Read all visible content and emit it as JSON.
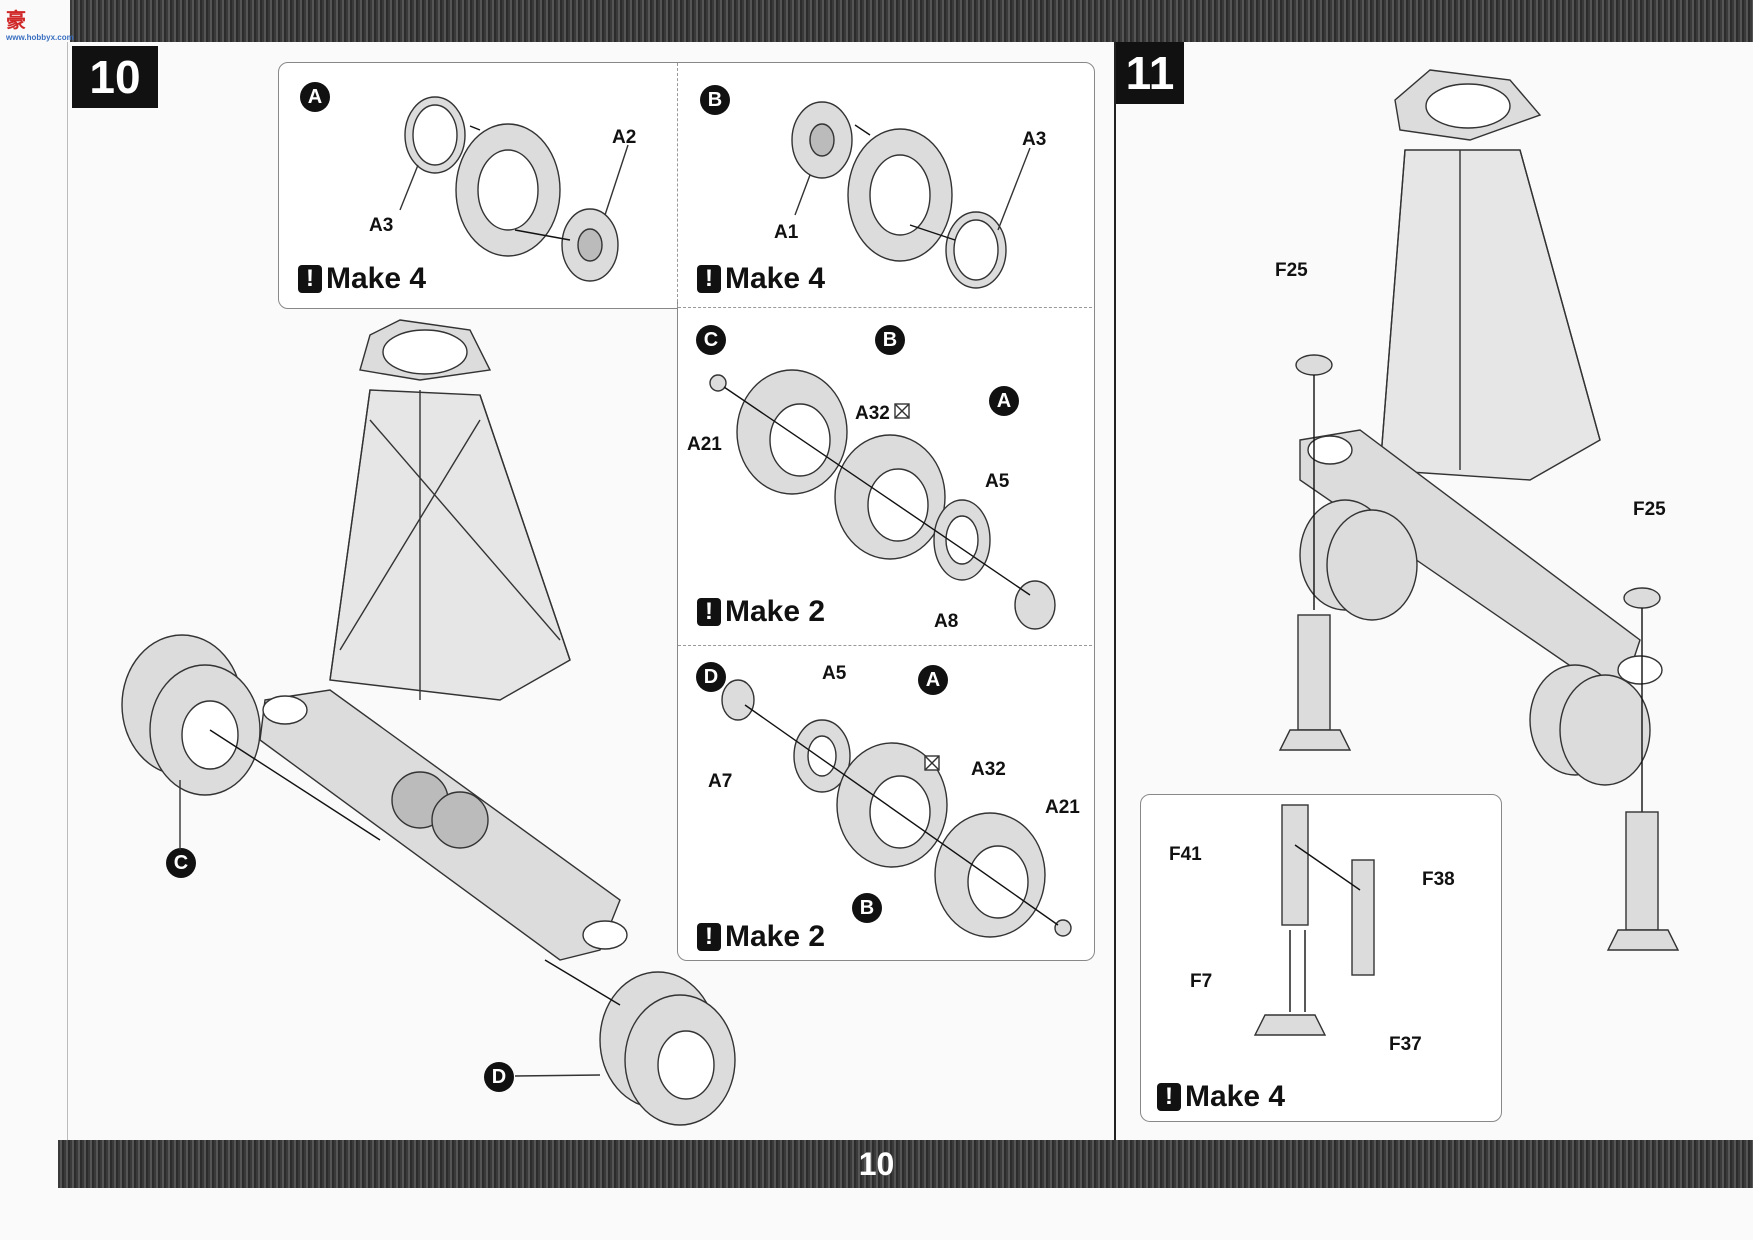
{
  "header": {
    "logo_text": "豪",
    "logo_sub": "www.hobbyx.com"
  },
  "footer": {
    "page_number": "10"
  },
  "step10": {
    "number": "10",
    "sub_A": {
      "badge": "A",
      "labels": {
        "a3": "A3",
        "a2": "A2"
      },
      "make": "Make 4"
    },
    "sub_B": {
      "badge": "B",
      "labels": {
        "a1": "A1",
        "a3": "A3"
      },
      "make": "Make 4"
    },
    "sub_C": {
      "badge": "C",
      "badge_b": "B",
      "badge_a": "A",
      "labels": {
        "a21": "A21",
        "a32": "A32",
        "a5": "A5",
        "a8": "A8"
      },
      "make": "Make 2"
    },
    "sub_D": {
      "badge": "D",
      "badge_a": "A",
      "badge_b": "B",
      "labels": {
        "a5": "A5",
        "a7": "A7",
        "a32": "A32",
        "a21": "A21"
      },
      "make": "Make 2"
    },
    "callouts": {
      "c": "C",
      "d": "D"
    }
  },
  "step11": {
    "number": "11",
    "labels": {
      "f25_left": "F25",
      "f25_right": "F25"
    },
    "inset": {
      "labels": {
        "f41": "F41",
        "f38": "F38",
        "f7": "F7",
        "f37": "F37"
      },
      "make": "Make 4"
    }
  },
  "colors": {
    "band": "#3a3a3a",
    "step_box": "#111111",
    "part": "#d8d8d8",
    "outline": "#333333"
  }
}
